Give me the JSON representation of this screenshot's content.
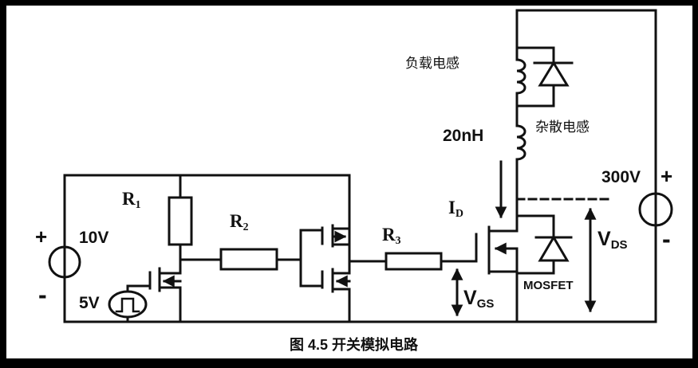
{
  "figure": {
    "caption": "图 4.5 开关模拟电路"
  },
  "sources": {
    "v10": {
      "label": "10V",
      "plus": "+",
      "minus": "-"
    },
    "v5": {
      "label": "5V"
    },
    "v300": {
      "label": "300V",
      "plus": "+",
      "minus": "-"
    }
  },
  "resistors": {
    "r1": {
      "base": "R",
      "sub": "1"
    },
    "r2": {
      "base": "R",
      "sub": "2"
    },
    "r3": {
      "base": "R",
      "sub": "3"
    }
  },
  "annotations": {
    "load_inductor": "负载电感",
    "stray_inductor": "杂散电感",
    "stray_value": "20nH",
    "mosfet_label": "MOSFET",
    "drain_current": {
      "base": "I",
      "sub": "D"
    },
    "gate_voltage": {
      "base": "V",
      "sub": "GS"
    },
    "drain_voltage": {
      "base": "V",
      "sub": "DS"
    }
  },
  "colors": {
    "wire": "#111111",
    "text": "#111111",
    "frame": "#000000",
    "background": "#ffffff"
  }
}
